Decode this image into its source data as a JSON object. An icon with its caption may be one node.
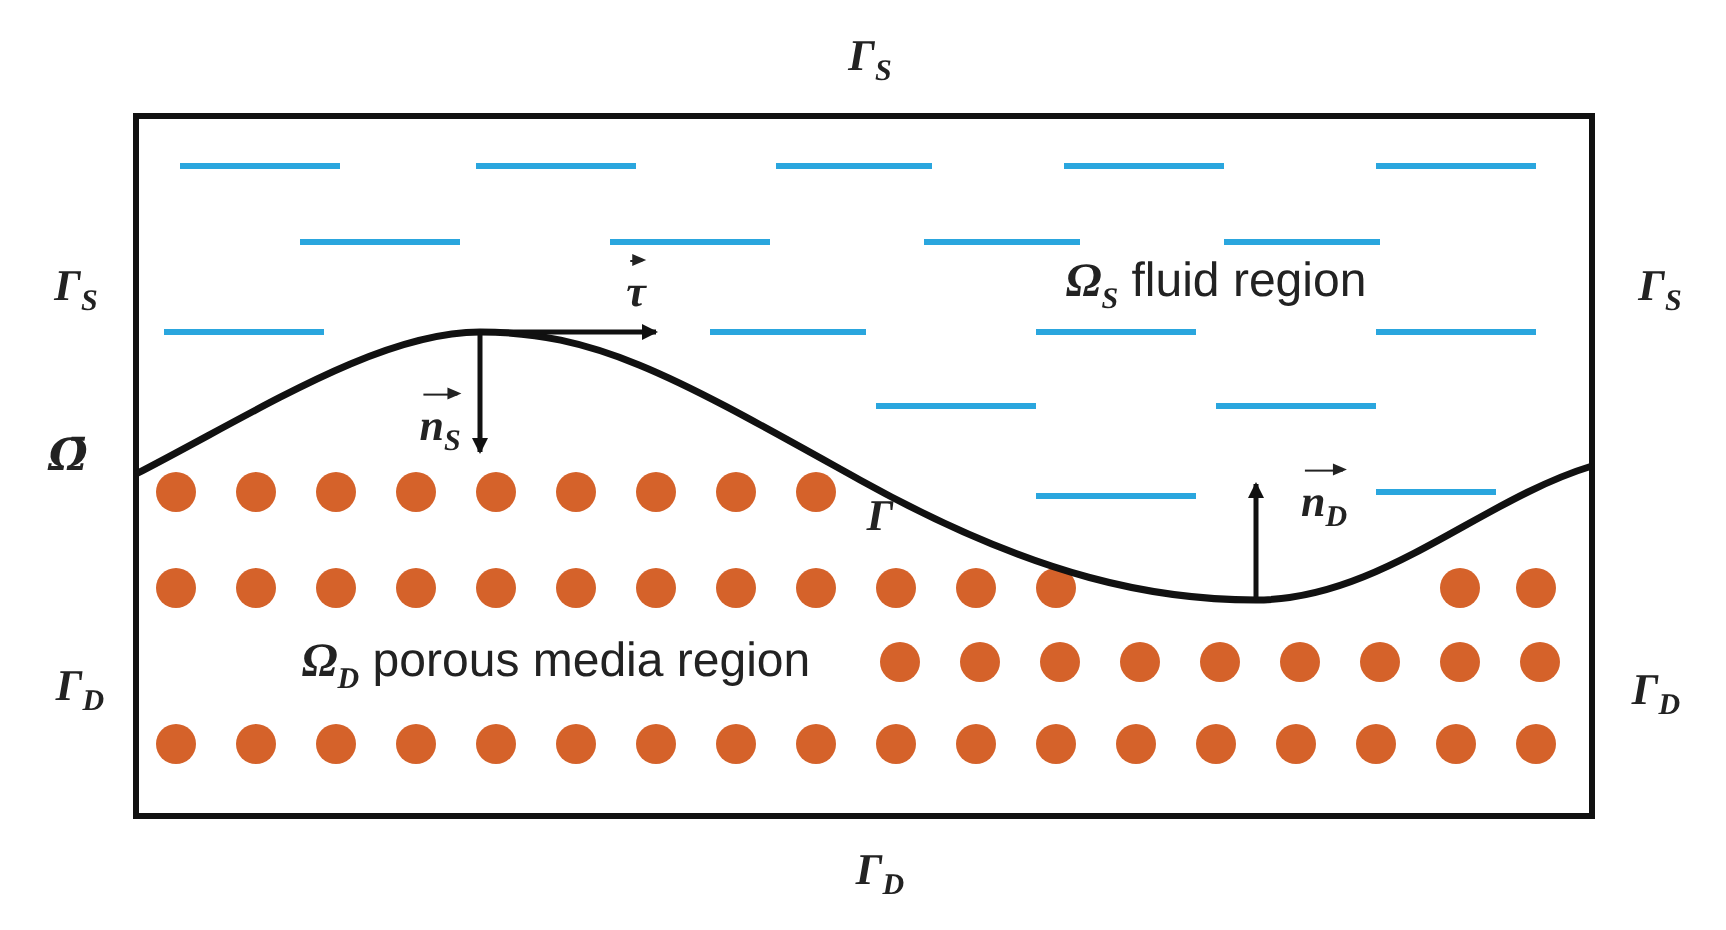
{
  "diagram": {
    "labels": [
      "Γ$_{S}$",
      "Γ$_{S}$",
      "Ω̄",
      "τ",
      "n$_{S}$",
      "**Ω**$_{S}$ fluid region",
      "Γ$_{S}$",
      "Γ",
      "n$_{D}$",
      "**Ω**$_{D}$ porous media region",
      "Γ$_{D}$",
      "Γ$_{D}$",
      "Γ$_{D}$"
    ]
  }
}
